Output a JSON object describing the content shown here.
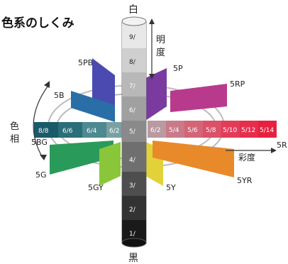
{
  "title": "色系のしくみ",
  "white_label": "白",
  "black_label": "黒",
  "value_axis_label": "明度",
  "hue_axis_label": "色相",
  "chroma_axis_label": "彩度",
  "value_steps": [
    "9/",
    "8/",
    "7/",
    "6/",
    "5/",
    "4/",
    "3/",
    "2/",
    "1/"
  ],
  "hue_labels": {
    "5PB": "5PB",
    "5P": "5P",
    "5RP": "5RP",
    "5B": "5B",
    "5BG": "5BG",
    "5R": "5R",
    "5G": "5G",
    "5GY": "5GY",
    "5Y": "5Y",
    "5YR": "5YR"
  },
  "chroma_left": [
    "8/8",
    "6/6",
    "6/4",
    "6/2"
  ],
  "chroma_right": [
    "6/2",
    "5/4",
    "5/6",
    "5/8",
    "5/10",
    "5/12",
    "5/14"
  ],
  "colors": {
    "red": "#e0284a",
    "purple": "#8a3a8e",
    "blue": "#3a4aa8",
    "bluegreen": "#1e8e8e",
    "green": "#2eaa4a",
    "yellowgreen": "#9ac83a",
    "yellow": "#e8d63a",
    "yelloworange": "#ec9a2a"
  }
}
